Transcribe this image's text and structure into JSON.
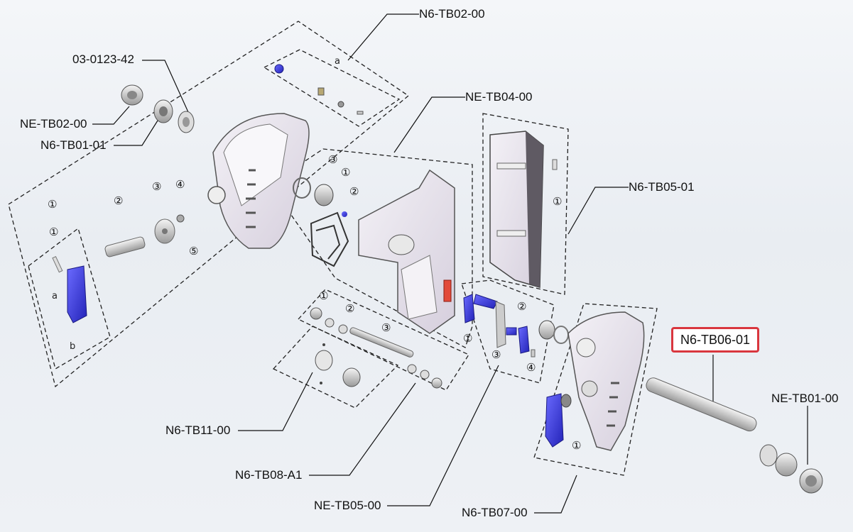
{
  "labels": {
    "n6_tb02_00": "N6-TB02-00",
    "p03_0123_42": "03-0123-42",
    "ne_tb02_00": "NE-TB02-00",
    "n6_tb01_01": "N6-TB01-01",
    "ne_tb04_00": "NE-TB04-00",
    "n6_tb05_01": "N6-TB05-01",
    "n6_tb06_01": "N6-TB06-01",
    "ne_tb01_00": "NE-TB01-00",
    "n6_tb11_00": "N6-TB11-00",
    "n6_tb08_a1": "N6-TB08-A1",
    "ne_tb05_00": "NE-TB05-00",
    "n6_tb07_00": "N6-TB07-00"
  },
  "callouts": {
    "c1": "①",
    "c2": "②",
    "c3": "③",
    "c4": "④",
    "c5": "⑤"
  },
  "letters": {
    "a": "a",
    "b": "b"
  },
  "colors": {
    "highlight": "#d9363e",
    "part_blue": "#3a3ad8",
    "part_shell": "#e6e2ea",
    "part_dark": "#5f5a63"
  }
}
